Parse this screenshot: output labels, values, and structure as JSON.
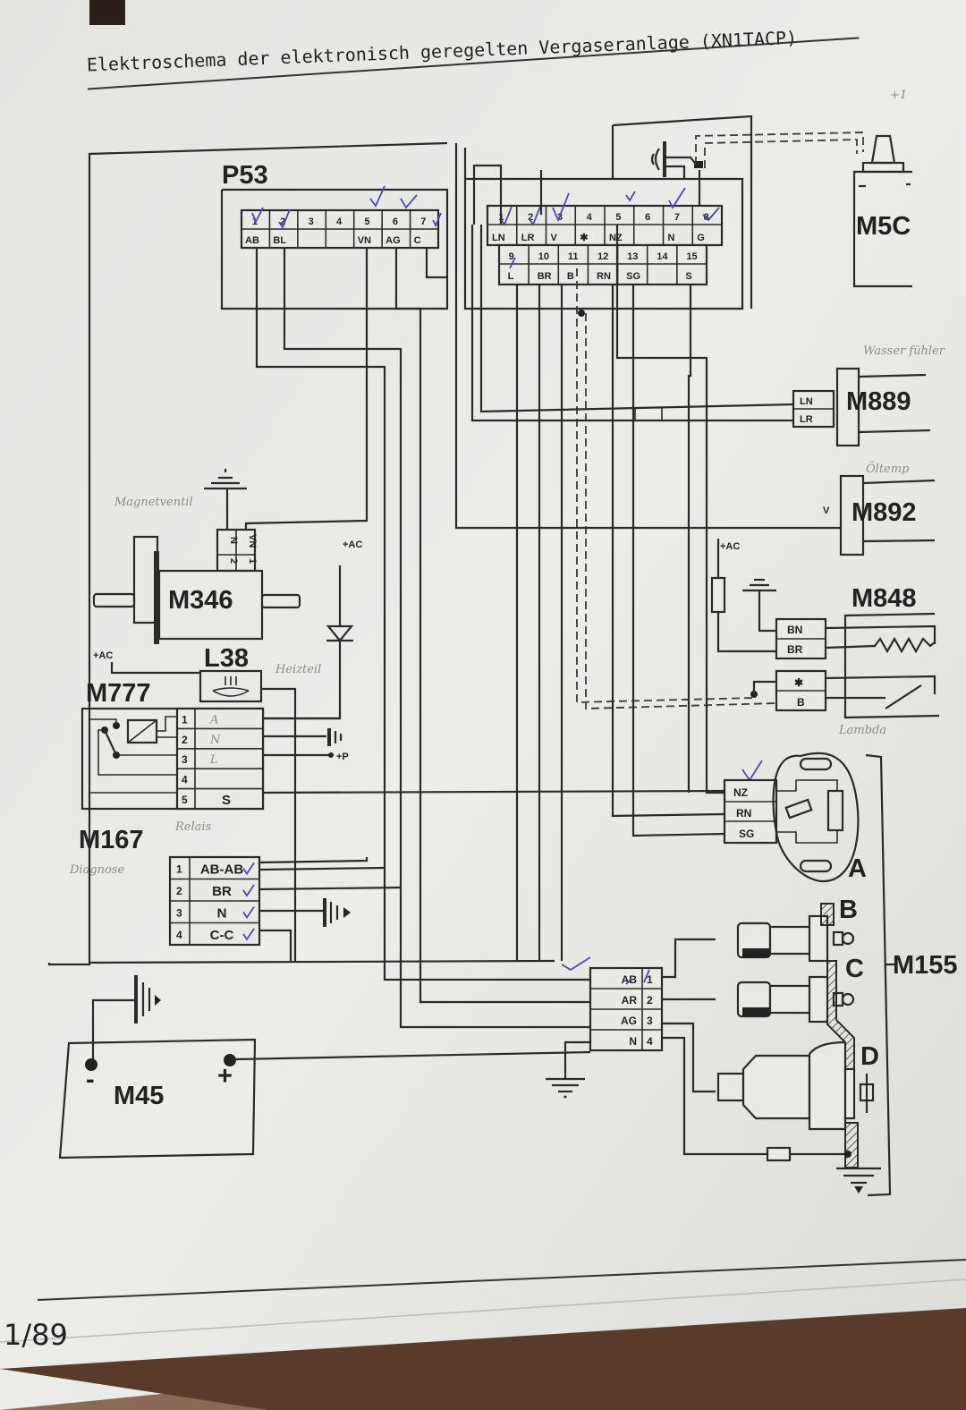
{
  "header": {
    "title": "Elektroschema der elektronisch geregelten Vergaseranlage (XN1TACP)"
  },
  "footer": {
    "page_ref": "1/89"
  },
  "components": {
    "p53": {
      "label": "P53",
      "conn_a": {
        "pins": [
          "1",
          "2",
          "3",
          "4",
          "5",
          "6",
          "7"
        ],
        "wires": [
          "AB",
          "BL",
          "",
          "",
          "VN",
          "AG",
          "C"
        ]
      },
      "conn_b_top": {
        "pins": [
          "1",
          "2",
          "3",
          "4",
          "5",
          "6",
          "7",
          "8"
        ],
        "wires": [
          "LN",
          "LR",
          "V",
          "✱",
          "NZ",
          "",
          "N",
          "G"
        ]
      },
      "conn_b_bottom": {
        "pins": [
          "9",
          "10",
          "11",
          "12",
          "13",
          "14",
          "15"
        ],
        "wires": [
          "L",
          "BR",
          "B",
          "RN",
          "SG",
          "",
          "S"
        ]
      }
    },
    "m5c": {
      "label": "M5C",
      "note": "+1"
    },
    "m889": {
      "label": "M889",
      "wires": [
        "LN",
        "LR"
      ],
      "note": "Wasser fühler"
    },
    "m892": {
      "label": "M892",
      "wire": "V",
      "note": "Öltemp"
    },
    "m848": {
      "label": "M848",
      "wires_top": [
        "BN",
        "BR"
      ],
      "wires_bottom": [
        "✱",
        "B"
      ],
      "note": "Lambda",
      "feed": "+AC"
    },
    "m346": {
      "label": "M346",
      "pins": [
        "2",
        "1"
      ],
      "wires": [
        "N",
        "VN"
      ],
      "note": "Magnetventil"
    },
    "diode_feed": "+AC",
    "l38": {
      "label": "L38",
      "note": "Heizteil"
    },
    "m777": {
      "label": "M777",
      "feed": "+AC",
      "pins": [
        "1",
        "2",
        "3",
        "4",
        "5"
      ],
      "wires": [
        "",
        "",
        "",
        "",
        "S"
      ],
      "hand": [
        "A",
        "N",
        "L",
        "",
        ""
      ],
      "p_label": "+P",
      "note": "Relais"
    },
    "m167": {
      "label": "M167",
      "note": "Diagnose",
      "pins": [
        "1",
        "2",
        "3",
        "4"
      ],
      "wires": [
        "AB-AB",
        "BR",
        "N",
        "C-C"
      ]
    },
    "m155": {
      "label": "M155",
      "parts": [
        "A",
        "B",
        "C",
        "D"
      ],
      "dist_wires": [
        "NZ",
        "RN",
        "SG"
      ],
      "conn_wires": [
        "AB",
        "AR",
        "AG",
        "N"
      ],
      "conn_pins": [
        "1",
        "2",
        "3",
        "4"
      ]
    },
    "m45": {
      "label": "M45",
      "minus": "-",
      "plus": "+"
    }
  }
}
